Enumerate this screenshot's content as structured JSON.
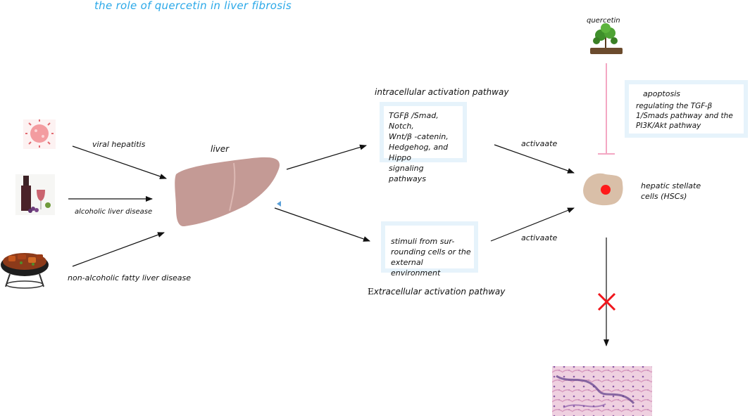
{
  "title": "the role of quercetin in liver fibrosis",
  "causes": {
    "viral": "viral hepatitis",
    "alcoholic": "alcoholic liver disease",
    "nafld": "non-alcoholic fatty liver disease"
  },
  "liver_label": "liver",
  "intracellular": {
    "heading": "intracellular activation pathway",
    "text": "TGFβ /Smad, Notch,\nWnt/β -catenin,\nHedgehog, and Hippo\nsignaling pathways"
  },
  "extracellular": {
    "heading_first_letter": "E",
    "heading_rest": "xtracellular activation pathway",
    "text": "stimuli from sur-\nrounding cells or the\nexternal environment"
  },
  "activate_top": "activaate",
  "activate_bottom": "activaate",
  "quercetin_label": "quercetin",
  "apoptosis": {
    "heading": "apoptosis",
    "text": "regulating the TGF-β\n1/Smads pathway and the\nPI3K/Akt pathway"
  },
  "hsc_label": "hepatic stellate\ncells (HSCs)",
  "colors": {
    "title": "#2aa8e8",
    "box_border": "#e6f3fb",
    "inhibit_line": "#f3a7c3",
    "block_x": "#f0151b",
    "hsc_body": "#d9bfa8",
    "hsc_nucleus": "#ff1a1a",
    "liver": "#c49a95"
  },
  "icons": [
    "virus-icon",
    "wine-icon",
    "barbecue-icon",
    "plant-icon",
    "hsc-cell-icon",
    "liver-icon",
    "fibrosis-tissue-icon"
  ]
}
